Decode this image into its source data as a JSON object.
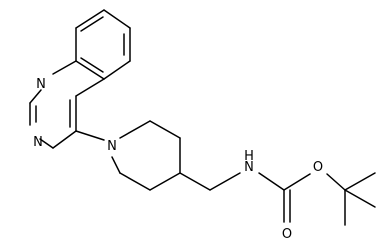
{
  "molecule": {
    "atom_labels": {
      "n1": "N",
      "n3": "N",
      "n_pip": "N",
      "nh": "N",
      "nh_h": "H",
      "o_carbonyl": "O",
      "o_ester": "O"
    }
  }
}
